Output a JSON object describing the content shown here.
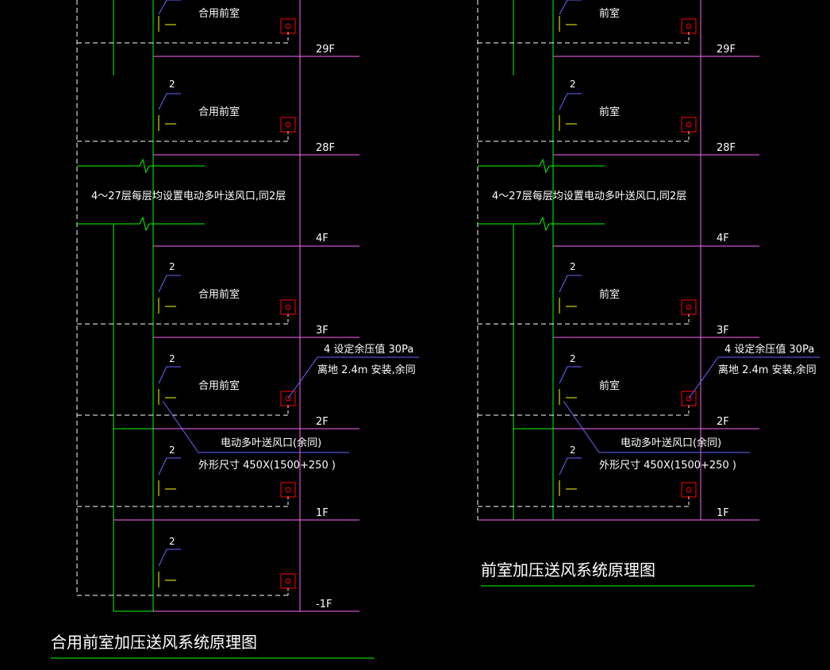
{
  "left": {
    "title": "合用前室加压送风系统原理图",
    "room_label": "合用前室",
    "rows": [
      {
        "floor": "29F",
        "num": "",
        "room": "合用前室"
      },
      {
        "floor": "28F",
        "num": "2",
        "room": "合用前室"
      },
      {
        "floor": "4F",
        "num": "",
        "room": ""
      },
      {
        "floor": "3F",
        "num": "2",
        "room": "合用前室"
      },
      {
        "floor": "2F",
        "num": "2",
        "room": "合用前室"
      },
      {
        "floor": "1F",
        "num": "2",
        "room": ""
      },
      {
        "floor": "-1F",
        "num": "2",
        "room": ""
      }
    ],
    "note_repeat": "4～27层每层均设置电动多叶送风口,同2层",
    "note_pressure_1": "4  设定余压值   30Pa",
    "note_pressure_2": "离地 2.4m 安装,余同",
    "note_damper_1": "电动多叶送风口(余同)",
    "note_damper_2": "外形尺寸  450X(1500+250 )"
  },
  "right": {
    "title": "前室加压送风系统原理图",
    "room_label": "前室",
    "rows": [
      {
        "floor": "29F",
        "num": "",
        "room": "前室"
      },
      {
        "floor": "28F",
        "num": "2",
        "room": "前室"
      },
      {
        "floor": "4F",
        "num": "",
        "room": ""
      },
      {
        "floor": "3F",
        "num": "2",
        "room": "前室"
      },
      {
        "floor": "2F",
        "num": "2",
        "room": "前室"
      },
      {
        "floor": "1F",
        "num": "2",
        "room": ""
      }
    ],
    "note_repeat": "4～27层每层均设置电动多叶送风口,同2层",
    "note_pressure_1": "4  设定余压值   30Pa",
    "note_pressure_2": "离地 2.4m 安装,余同",
    "note_damper_1": "电动多叶送风口(余同)",
    "note_damper_2": "外形尺寸  450X(1500+250 )"
  },
  "colors": {
    "background": "#000000",
    "magenta": "#ff66ff",
    "green": "#00ff00",
    "blue": "#6666ff",
    "red": "#ff0000",
    "yellow": "#ffff00",
    "white": "#ffffff"
  }
}
